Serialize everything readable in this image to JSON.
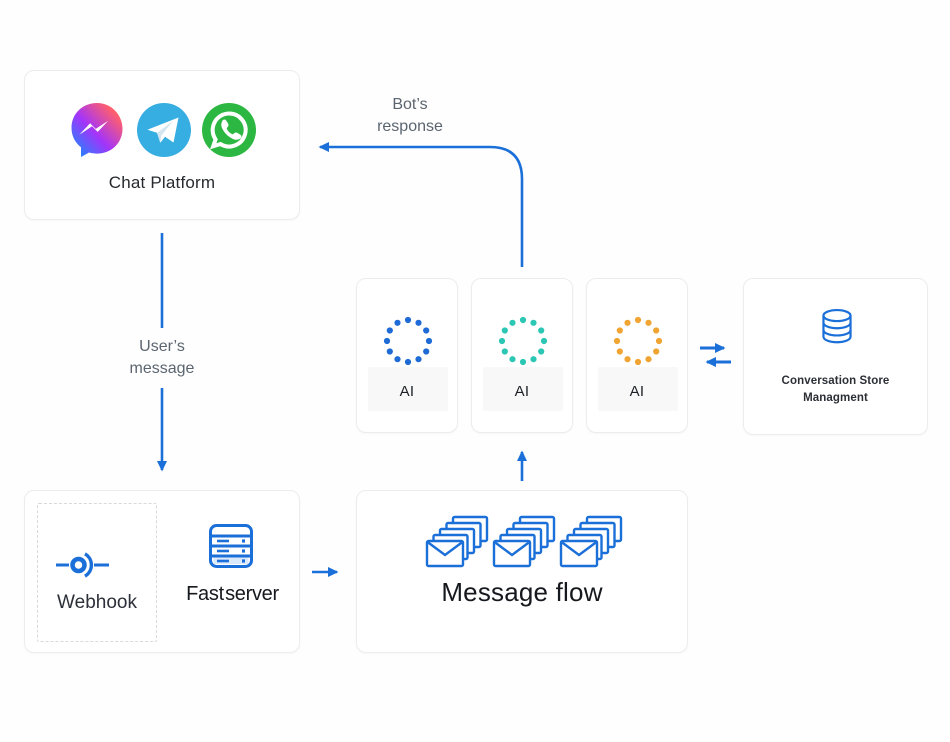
{
  "colors": {
    "arrow": "#1b6fd8",
    "icon_blue": "#1b6fd8",
    "box_border": "#ececee",
    "label_gray": "#5b6570",
    "text_dark": "#15181d",
    "server_fill": "#dce9fb",
    "messenger_gradient": [
      "#0695ff",
      "#a334fa",
      "#ff5f6d",
      "#ff7a5c"
    ],
    "telegram_blue": "#37aee2",
    "whatsapp_green": "#2cb742"
  },
  "chat_platform": {
    "label": "Chat Platform",
    "icons": [
      "messenger-icon",
      "telegram-icon",
      "whatsapp-icon"
    ]
  },
  "labels": {
    "bots_response": {
      "line1": "Bot’s",
      "line2": "response"
    },
    "users_message": {
      "line1": "User’s",
      "line2": "message"
    }
  },
  "ai_boxes": [
    {
      "label": "AI",
      "spinner_icon": "spinner-dots-icon",
      "spinner_color": "#1e6bd6"
    },
    {
      "label": "AI",
      "spinner_icon": "spinner-dots-icon",
      "spinner_color": "#2bc7b4"
    },
    {
      "label": "AI",
      "spinner_icon": "spinner-dots-icon",
      "spinner_color": "#f0a431"
    }
  ],
  "conversation_store": {
    "icon": "database-icon",
    "label_line1": "Conversation Store",
    "label_line2": "Managment"
  },
  "server_box": {
    "webhook_icon": "webhook-icon",
    "webhook_label": "Webhook",
    "server_icon": "server-icon",
    "server_label": "Fast server"
  },
  "message_flow": {
    "icon": "envelope-stack-icon",
    "stack_count": 3,
    "label": "Message flow"
  }
}
